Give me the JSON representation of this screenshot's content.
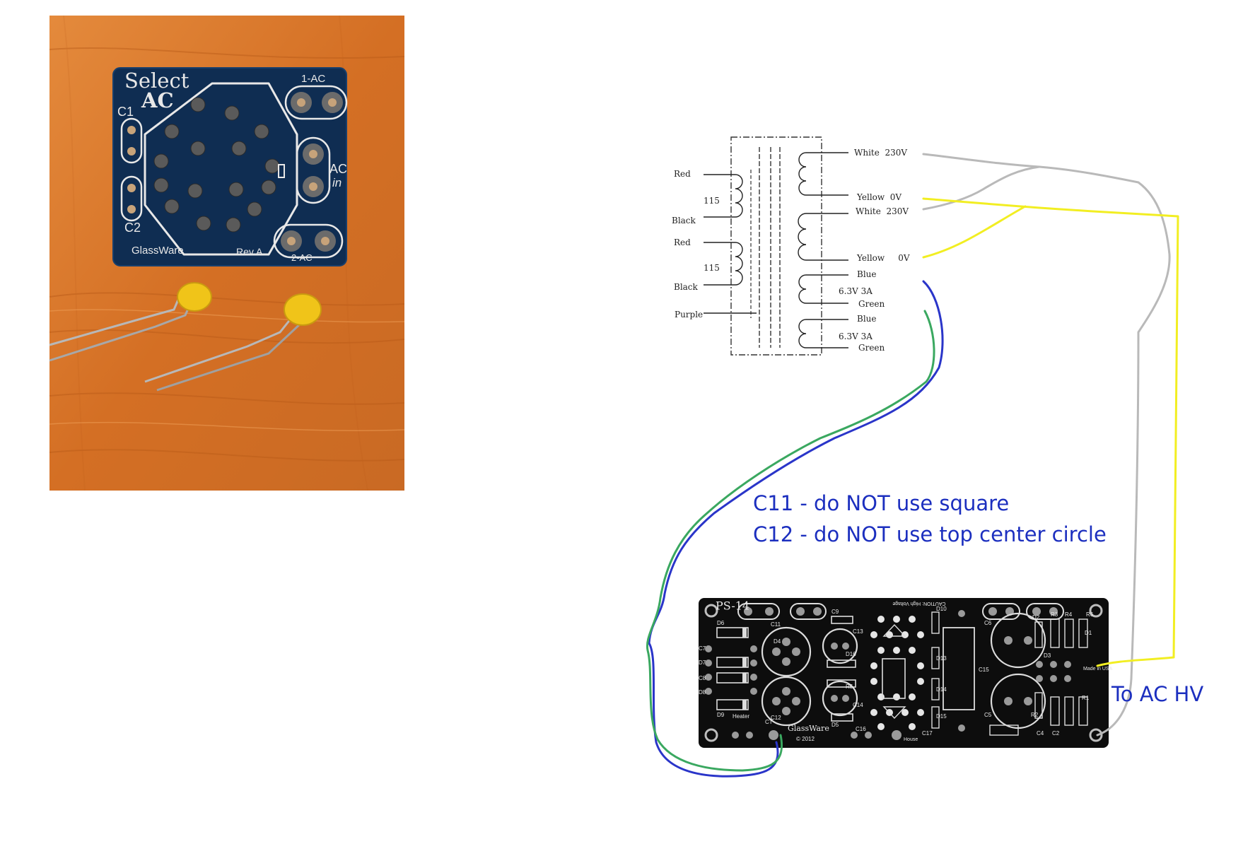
{
  "photo": {
    "board": {
      "title_line1": "Select",
      "title_line2": "AC",
      "label_c1": "C1",
      "label_c2": "C2",
      "label_1ac": "1-AC",
      "label_2ac": "2-AC",
      "label_ac_in_1": "AC",
      "label_ac_in_2": "in",
      "brand": "GlassWare",
      "revision": "Rev A"
    },
    "colors": {
      "wood": "#d9772c",
      "pcb": "#0f2d52",
      "silk": "#e8e8e8",
      "capacitor": "#f0c419"
    }
  },
  "transformer": {
    "primary": [
      {
        "top": "Red",
        "mid": "115",
        "bottom": "Black"
      },
      {
        "top": "Red",
        "mid": "115",
        "bottom": "Black"
      }
    ],
    "primary_extra": "Purple",
    "secondary": [
      {
        "top": "White  230V",
        "bottom": "Yellow  0V"
      },
      {
        "top": "White  230V",
        "bottom": "Yellow     0V"
      }
    ],
    "heaters": [
      {
        "top": "Blue",
        "rating": "6.3V 3A",
        "bottom": "Green"
      },
      {
        "top": "Blue",
        "rating": "6.3V 3A",
        "bottom": "Green"
      }
    ]
  },
  "pcb": {
    "name": "PS-14",
    "caution": "CAUTION: High Voltage",
    "brand": "GlassWare",
    "year": "© 2012",
    "heater": "Heater",
    "ct": "CT",
    "house": "House",
    "made_in": "Made in USA",
    "parts": [
      "C11",
      "C12",
      "C13",
      "C14",
      "C15",
      "C16",
      "C17",
      "C5",
      "C6",
      "C7",
      "C8",
      "C9",
      "D5",
      "D6",
      "D7",
      "D8",
      "D9",
      "D10",
      "D13",
      "D14",
      "D15",
      "D16",
      "R5",
      "R6",
      "R3",
      "R4",
      "C4",
      "C2",
      "R1",
      "R2",
      "D1",
      "D2",
      "D3",
      "D4",
      "D12",
      "C1"
    ]
  },
  "notes": {
    "line1": "C11 - do NOT use square",
    "line2": "C12 - do NOT use top center circle",
    "to_ac_hv": "To AC HV"
  },
  "colors": {
    "wire_gray": "#b9b9b9",
    "wire_yellow": "#f2ee22",
    "wire_blue": "#2a35c9",
    "wire_green": "#3aa860",
    "note_blue": "#1c2fbf"
  }
}
